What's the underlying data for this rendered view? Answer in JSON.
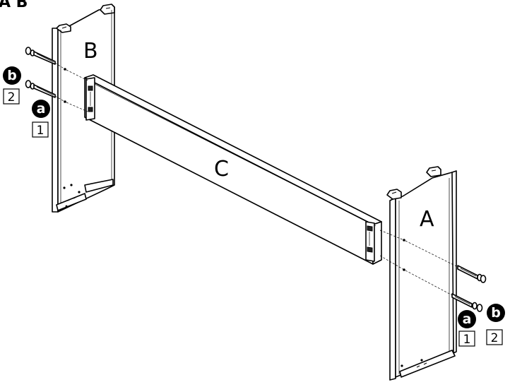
{
  "corner_label": "A B",
  "parts": {
    "a_label": "A",
    "b_label": "B",
    "c_label": "C"
  },
  "left_callouts": {
    "b_badge": "b",
    "b_step": "2",
    "a_badge": "a",
    "a_step": "1"
  },
  "right_callouts": {
    "a_badge": "a",
    "a_step": "1",
    "b_badge": "b",
    "b_step": "2"
  },
  "colors": {
    "ink": "#000000",
    "paper": "#ffffff"
  }
}
